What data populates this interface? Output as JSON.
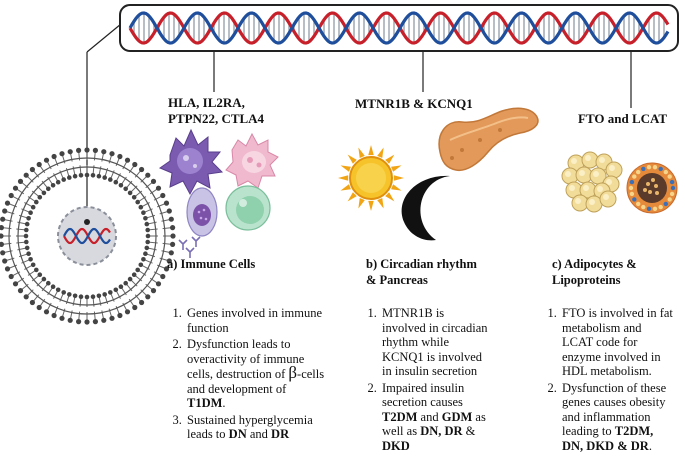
{
  "genes": {
    "immune": [
      "HLA, IL2RA,",
      "PTPN22, CTLA4"
    ],
    "circadian": "MTNR1B & KCNQ1",
    "adipocyte": "FTO and LCAT"
  },
  "panels": {
    "a": "a) Immune Cells",
    "b": [
      "b) Circadian rhythm",
      "& Pancreas"
    ],
    "c": [
      "c) Adipocytes &",
      "Lipoproteins"
    ]
  },
  "notes": {
    "a": [
      [
        {
          "t": "Genes involved in immune function"
        }
      ],
      [
        {
          "t": "Dysfunction leads to overactivity of immune cells, destruction of "
        },
        {
          "t": "β",
          "big": true
        },
        {
          "t": "-cells and development of "
        },
        {
          "t": "T1DM",
          "b": true
        },
        {
          "t": "."
        }
      ],
      [
        {
          "t": "Sustained hyperglycemia leads to "
        },
        {
          "t": "DN",
          "b": true
        },
        {
          "t": " and "
        },
        {
          "t": "DR",
          "b": true
        }
      ]
    ],
    "b": [
      [
        {
          "t": "MTNR1B is involved in circadian rhythm while KCNQ1 is involved in insulin secretion"
        }
      ],
      [
        {
          "t": "Impaired insulin secretion causes "
        },
        {
          "t": "T2DM",
          "b": true
        },
        {
          "t": " and "
        },
        {
          "t": "GDM",
          "b": true
        },
        {
          "t": " as well as "
        },
        {
          "t": "DN, DR",
          "b": true
        },
        {
          "t": " & "
        },
        {
          "t": "DKD",
          "b": true
        }
      ]
    ],
    "c": [
      [
        {
          "t": "FTO is involved in fat metabolism and LCAT code for enzyme involved in HDL metabolism."
        }
      ],
      [
        {
          "t": "Dysfunction of these genes causes obesity and inflammation leading to "
        },
        {
          "t": "T2DM, DN,  DKD & DR",
          "b": true
        },
        {
          "t": "."
        }
      ]
    ]
  },
  "colors": {
    "dna_red": "#c8202a",
    "dna_blue": "#1f4e9c",
    "sun": "#f2a514",
    "pancreas": "#e2995a",
    "moon": "#111111"
  }
}
